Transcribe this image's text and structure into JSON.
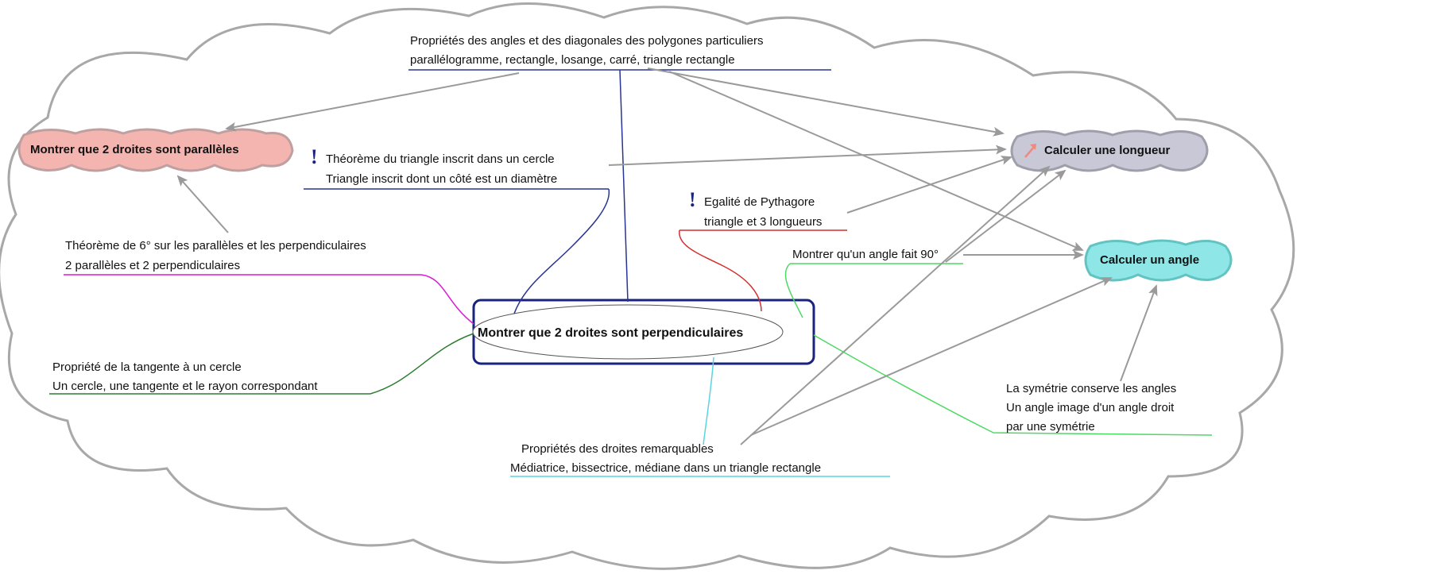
{
  "central_topic": {
    "label": "Montrer que 2 droites sont perpendiculaires"
  },
  "goals": {
    "parallel": {
      "label": "Montrer que 2 droites sont parallèles",
      "color": "#f4b4b0"
    },
    "length": {
      "label": "Calculer une longueur",
      "color": "#c9c8d6",
      "icon": "arrow-icon"
    },
    "angle": {
      "label": "Calculer un angle",
      "color": "#8ee6e6"
    }
  },
  "properties": [
    {
      "id": "angles_diagonals",
      "line1": "Propriétés des angles et des diagonales des polygones particuliers",
      "line2": "parallélogramme, rectangle, losange, carré, triangle rectangle",
      "color": "#283593"
    },
    {
      "id": "inscribed_triangle",
      "line1": "Théorème du triangle inscrit dans un cercle",
      "line2": "Triangle inscrit dont un côté est un diamètre",
      "color": "#283593",
      "icon": "exclamation-icon"
    },
    {
      "id": "pythagore",
      "line1": "Egalité de Pythagore",
      "line2": "triangle et 3 longueurs",
      "color": "#d32f2f",
      "icon": "exclamation-icon"
    },
    {
      "id": "sixth_grade",
      "line1": "Théorème de 6° sur les parallèles et les perpendiculaires",
      "line2": "2 parallèles et 2 perpendiculaires",
      "color": "#d81bd8"
    },
    {
      "id": "right_angle",
      "line1": "Montrer qu'un angle fait 90°",
      "line2": "",
      "color": "#4cd964"
    },
    {
      "id": "tangent",
      "line1": "Propriété de la tangente à un cercle",
      "line2": "Un cercle, une tangente et le rayon correspondant",
      "color": "#2e7d32"
    },
    {
      "id": "remarkable_lines",
      "line1": "Propriétés des droites remarquables",
      "line2": "Médiatrice, bissectrice, médiane dans un triangle rectangle",
      "color": "#5ad4e0"
    },
    {
      "id": "symmetry",
      "line1": "La symétrie conserve les angles",
      "line2": "Un angle image d'un angle droit",
      "line3": "par une symétrie",
      "color": "#4cd964"
    }
  ],
  "colors": {
    "cloud_stroke": "#a8a8a8",
    "arrow": "#999999",
    "central_frame": "#1a237e"
  }
}
